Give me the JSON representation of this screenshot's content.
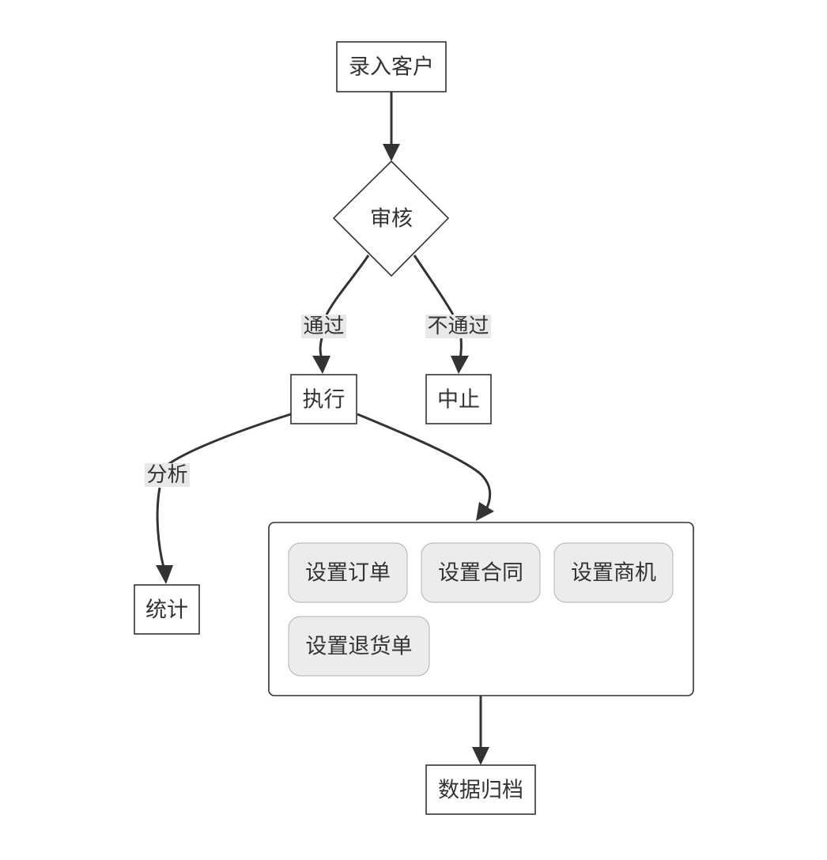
{
  "nodes": {
    "start": "录入客户",
    "review": "审核",
    "execute": "执行",
    "stop": "中止",
    "stats": "统计",
    "archive": "数据归档"
  },
  "group": {
    "items": [
      "设置订单",
      "设置合同",
      "设置商机",
      "设置退货单"
    ]
  },
  "edges": {
    "pass": "通过",
    "fail": "不通过",
    "analyze": "分析"
  },
  "colors": {
    "stroke": "#333333",
    "sub_fill": "#ececec",
    "label_bg": "#e8e8e8"
  }
}
